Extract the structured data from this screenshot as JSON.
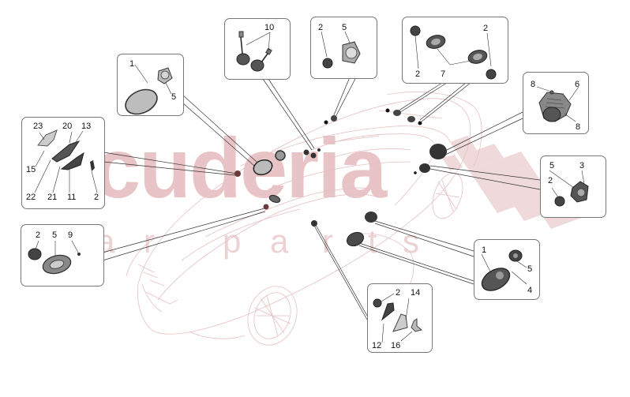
{
  "diagram": {
    "title": "Audio system speakers exploded parts diagram",
    "watermark": {
      "main": "scuderia",
      "sub": [
        "c",
        "a",
        "r",
        "p",
        "a",
        "r",
        "t",
        "s"
      ]
    },
    "colors": {
      "box_border": "#777777",
      "car_outline": "#e6bfc2",
      "watermark": "#e8c4c6",
      "checker": "#efd9da",
      "part_dark": "#3a3a3a",
      "part_light": "#bdbdbd"
    },
    "callouts": [
      {
        "id": "box-front-door-coax",
        "labels": [
          "1",
          "5"
        ]
      },
      {
        "id": "box-left-dash",
        "labels": [
          "23",
          "20",
          "13",
          "15",
          "22",
          "21",
          "11",
          "2"
        ]
      },
      {
        "id": "box-front-lower",
        "labels": [
          "2",
          "5",
          "9"
        ]
      },
      {
        "id": "box-tweeter-cables",
        "labels": [
          "10"
        ]
      },
      {
        "id": "box-center-dash",
        "labels": [
          "2",
          "5"
        ]
      },
      {
        "id": "box-rear-shelf",
        "labels": [
          "2",
          "7",
          "2"
        ]
      },
      {
        "id": "box-subwoofer",
        "labels": [
          "8",
          "6",
          "8"
        ]
      },
      {
        "id": "box-rear-side",
        "labels": [
          "5",
          "3",
          "2"
        ]
      },
      {
        "id": "box-rear-door",
        "labels": [
          "1",
          "5",
          "4"
        ]
      },
      {
        "id": "box-pillar-tweeter",
        "labels": [
          "2",
          "14",
          "12",
          "16"
        ]
      }
    ]
  }
}
